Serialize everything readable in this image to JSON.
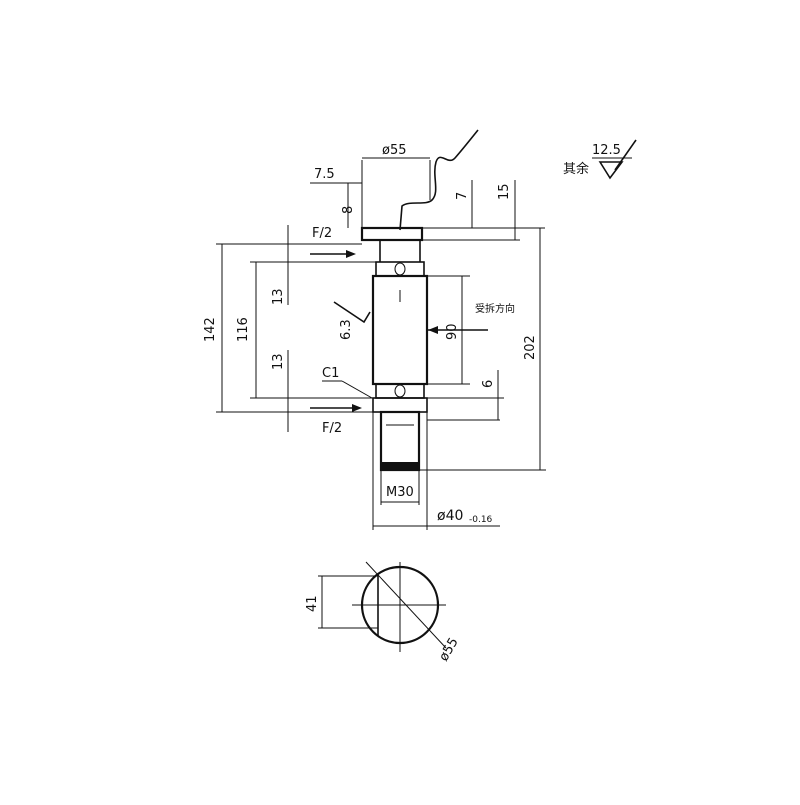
{
  "drawing": {
    "roughness": {
      "label": "其余",
      "value": "12.5"
    },
    "roughness_local": "6.3",
    "dims": {
      "d55_top": "ø55",
      "d7_5": "7.5",
      "d8": "8",
      "d7": "7",
      "d15": "15",
      "f2_top": "F/2",
      "f2_bottom": "F/2",
      "d142": "142",
      "d116": "116",
      "d13_top": "13",
      "d13_bottom": "13",
      "d90": "90",
      "d6": "6",
      "d202": "202",
      "chamfer": "C1",
      "m30": "M30",
      "d40": "ø40",
      "d40_tol": "-0.16",
      "d41": "41",
      "d55_section": "ø55"
    },
    "notes": {
      "load_direction": "受拆方向"
    }
  }
}
